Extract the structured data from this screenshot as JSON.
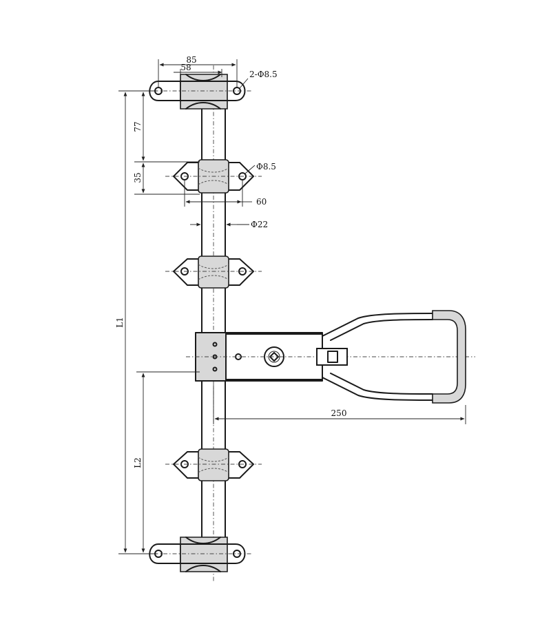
{
  "dimensions": {
    "d85": "85",
    "d58": "58",
    "hole_top": "2-Φ8.5",
    "d77": "77",
    "hole_mid": "Φ8.5",
    "d35": "35",
    "d60": "60",
    "rod_dia": "Φ22",
    "L1": "L1",
    "L2": "L2",
    "d250": "250"
  },
  "colors": {
    "ink": "#1a1a1a",
    "shade": "#d8d8d8"
  }
}
